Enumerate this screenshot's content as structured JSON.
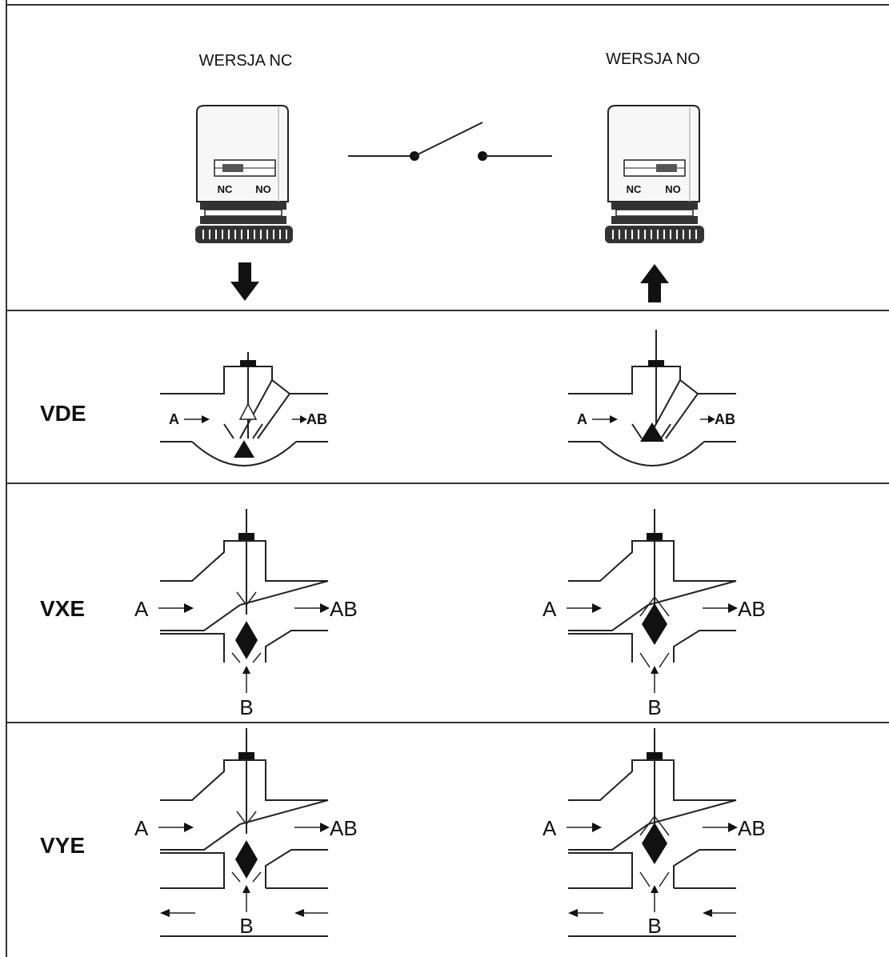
{
  "top": {
    "left_title": "WERSJA NC",
    "right_title": "WERSJA NO",
    "left_switch": {
      "nc": "NC",
      "no": "NO",
      "active": "NC"
    },
    "right_switch": {
      "nc": "NC",
      "no": "NO",
      "active": "NO"
    }
  },
  "rows": [
    {
      "label": "VDE",
      "a": "A",
      "ab": "AB"
    },
    {
      "label": "VXE",
      "a": "A",
      "ab": "AB",
      "b": "B"
    },
    {
      "label": "VYE",
      "a": "A",
      "ab": "AB",
      "b": "B"
    }
  ],
  "icons": {
    "arrow_down": "arrow-down-icon",
    "arrow_up": "arrow-up-icon",
    "switch": "switch-icon"
  }
}
